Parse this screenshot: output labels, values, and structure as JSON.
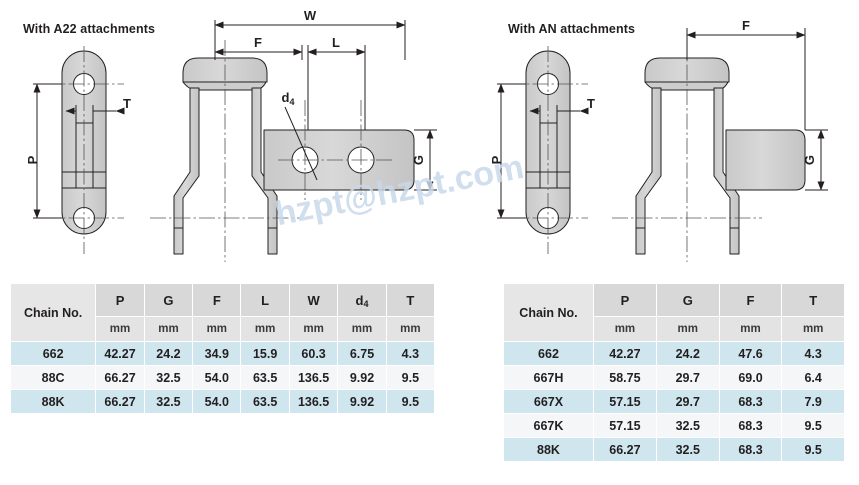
{
  "page": {
    "watermark": "hzpt@hzpt.com",
    "watermark_color": "#c8d9ea",
    "background": "#ffffff"
  },
  "drawings": [
    {
      "id": "a22",
      "title": "With A22 attachments",
      "views": [
        "plate-front-view",
        "side-section-view",
        "attachment-plate-view"
      ],
      "dimension_labels": [
        "P",
        "T",
        "W",
        "F",
        "L",
        "d4",
        "G"
      ],
      "hole_count": 2
    },
    {
      "id": "an",
      "title": "With AN attachments",
      "views": [
        "plate-front-view",
        "side-section-view",
        "attachment-plate-view"
      ],
      "dimension_labels": [
        "P",
        "T",
        "F",
        "G"
      ],
      "hole_count": 0
    }
  ],
  "labels": {
    "P": "P",
    "T": "T",
    "W": "W",
    "F": "F",
    "L": "L",
    "G": "G",
    "d4_main": "d",
    "d4_sub": "4"
  },
  "tables": [
    {
      "id": "a22-table",
      "corner_header": "Chain No.",
      "columns": [
        "P",
        "G",
        "F",
        "L",
        "W",
        "d4",
        "T"
      ],
      "column_html": [
        "P",
        "G",
        "F",
        "L",
        "W",
        "d<sub>4</sub>",
        "T"
      ],
      "units": [
        "mm",
        "mm",
        "mm",
        "mm",
        "mm",
        "mm",
        "mm"
      ],
      "rows": [
        {
          "chain_no": "662",
          "values": [
            "42.27",
            "24.2",
            "34.9",
            "15.9",
            "60.3",
            "6.75",
            "4.3"
          ]
        },
        {
          "chain_no": "88C",
          "values": [
            "66.27",
            "32.5",
            "54.0",
            "63.5",
            "136.5",
            "9.92",
            "9.5"
          ]
        },
        {
          "chain_no": "88K",
          "values": [
            "66.27",
            "32.5",
            "54.0",
            "63.5",
            "136.5",
            "9.92",
            "9.5"
          ]
        }
      ]
    },
    {
      "id": "an-table",
      "corner_header": "Chain No.",
      "columns": [
        "P",
        "G",
        "F",
        "T"
      ],
      "column_html": [
        "P",
        "G",
        "F",
        "T"
      ],
      "units": [
        "mm",
        "mm",
        "mm",
        "mm"
      ],
      "rows": [
        {
          "chain_no": "662",
          "values": [
            "42.27",
            "24.2",
            "47.6",
            "4.3"
          ]
        },
        {
          "chain_no": "667H",
          "values": [
            "58.75",
            "29.7",
            "69.0",
            "6.4"
          ]
        },
        {
          "chain_no": "667X",
          "values": [
            "57.15",
            "29.7",
            "68.3",
            "7.9"
          ]
        },
        {
          "chain_no": "667K",
          "values": [
            "57.15",
            "32.5",
            "68.3",
            "9.5"
          ]
        },
        {
          "chain_no": "88K",
          "values": [
            "66.27",
            "32.5",
            "68.3",
            "9.5"
          ]
        }
      ]
    }
  ],
  "colors": {
    "header_symbol_bg": "#d8d8d8",
    "header_unit_bg": "#e3e3e3",
    "header_chain_bg": "#e6e6e6",
    "row_odd_bg": "#cfe6ef",
    "row_even_bg": "#f4f6f7",
    "metal_fill": "#d2d2d2",
    "line": "#231f20"
  }
}
